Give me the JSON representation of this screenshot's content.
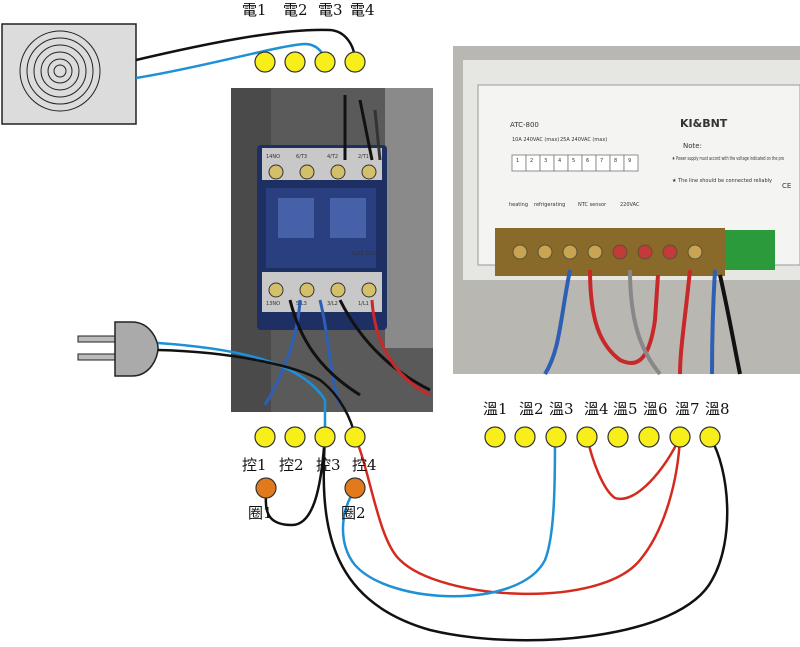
{
  "terminals": {
    "power": [
      "電1",
      "電2",
      "電3",
      "電4"
    ],
    "control": [
      "控1",
      "控2",
      "控3",
      "控4"
    ],
    "coil": [
      "圈1",
      "圈2"
    ],
    "temp": [
      "溫1",
      "溫2",
      "溫3",
      "溫4",
      "溫5",
      "溫6",
      "溫7",
      "溫8"
    ]
  },
  "controller": {
    "model": "ATC-800",
    "brand": "KI&BNT",
    "note_title": "Note:",
    "note_1": "★ Power supply must accord with the voltage indicated on the pro",
    "note_2": "★ The line should be connected reliably",
    "relay_1": "10A 240VAC (max)",
    "relay_2": "25A 240VAC (max)",
    "terminals": [
      "1",
      "2",
      "3",
      "4",
      "5",
      "6",
      "7",
      "8",
      "9"
    ],
    "functions": [
      "heating",
      "refrigerating",
      "NTC sensor",
      "220VAC"
    ],
    "ce": "CE"
  },
  "contactor": {
    "model": "CJX2 1810",
    "top_labels": [
      "1/L1",
      "3/L2",
      "5/L3",
      "13NO"
    ],
    "bottom_labels": [
      "2/T1",
      "4/T2",
      "6/T3",
      "14NO"
    ]
  },
  "colors": {
    "terminal": "#f7ee1a",
    "coil": "#e07a1c",
    "wire_black": "#111111",
    "wire_blue": "#1e90d6",
    "wire_red": "#d42b1e"
  }
}
